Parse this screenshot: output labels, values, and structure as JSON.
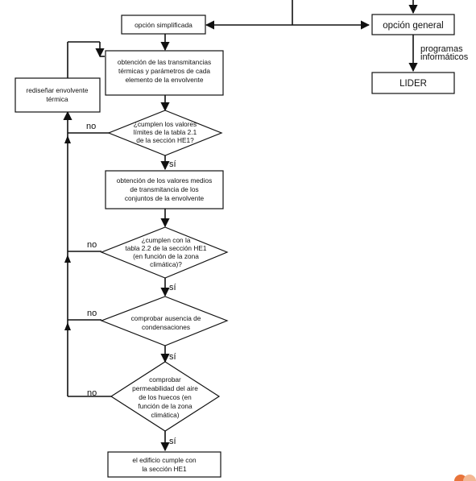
{
  "nodes": {
    "simplified_option": "opción simplificada",
    "general_option": "opción general",
    "lider": "LIDER",
    "obtain_transmittances": [
      "obtención de las transmitancias",
      "térmicas y parámetros de cada",
      "elemento de la envolvente"
    ],
    "redesign_envelope": [
      "rediseñar envolvente",
      "térmica"
    ],
    "decision_limits": [
      "¿cumplen los valores",
      "límites de la tabla 2.1",
      "de la sección HE1?"
    ],
    "obtain_mean_values": [
      "obtención de los valores medios",
      "de transmitancia de los",
      "conjuntos de la envolvente"
    ],
    "decision_table22": [
      "¿cumplen con la",
      "tabla 2.2 de la sección HE1",
      "(en función de la zona",
      "climática)?"
    ],
    "check_condensation": [
      "comprobar ausencia de",
      "condensaciones"
    ],
    "check_permeability": [
      "comprobar",
      "permeabilidad del aire",
      "de los huecos (en",
      "función de la zona",
      "climática)"
    ],
    "building_complies": [
      "el edificio cumple con",
      "la sección HE1"
    ]
  },
  "edge_labels": {
    "yes": "sí",
    "no": "no",
    "software": [
      "programas",
      "informáticos"
    ]
  },
  "colors": {
    "line": "#111111",
    "box_fill": "#ffffff",
    "logo_left": "#e8743b",
    "logo_right": "#f3b894"
  }
}
